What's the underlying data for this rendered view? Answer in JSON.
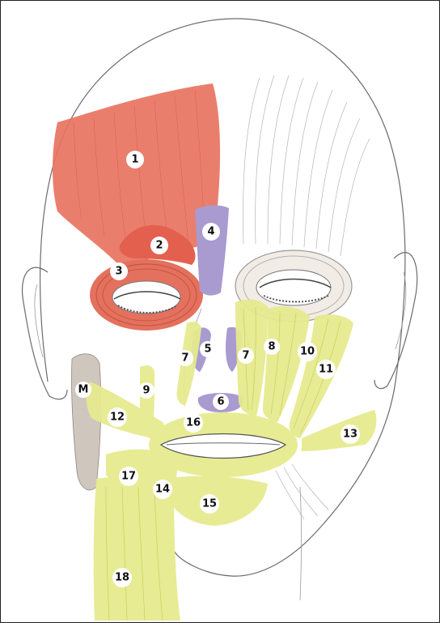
{
  "diagram": {
    "colors": {
      "frontalis": "#e8735f",
      "orbicularis_oculi_red": "#e4705e",
      "procerus_nasalis": "#a99ad0",
      "lower_face_yellow": "#e6ea8e",
      "masseter": "#cfc6be",
      "outline": "#6b6b6b"
    },
    "labels": {
      "l1": "1",
      "l2": "2",
      "l3": "3",
      "l4": "4",
      "l5": "5",
      "l6": "6",
      "l7a": "7",
      "l7b": "7",
      "l8": "8",
      "l9": "9",
      "l10": "10",
      "l11": "11",
      "l12": "12",
      "l13": "13",
      "l14": "14",
      "l15": "15",
      "l16": "16",
      "l17": "17",
      "l18": "18",
      "lM": "M"
    }
  }
}
